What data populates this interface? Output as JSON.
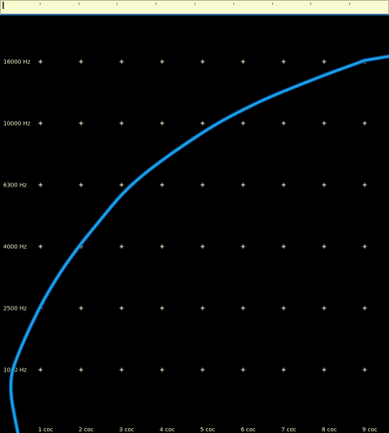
{
  "ruler": {
    "ticks": 10
  },
  "colors": {
    "background": "#000000",
    "ruler": "#fafad0",
    "ruler_border": "#2a6fa8",
    "curve": "#18a8f0",
    "labels": "#f2f2c8"
  },
  "chart_data": {
    "type": "line",
    "y_tick_labels": [
      "16000 Hz",
      "10000 Hz",
      "6300 Hz",
      "4000 Hz",
      "2500 Hz",
      "1000 Hz"
    ],
    "x_tick_labels": [
      "1  coc",
      "2  coc",
      "3  coc",
      "4  coc",
      "5  coc",
      "6  coc",
      "7  coc",
      "8  coc",
      "9  coc"
    ],
    "grid": "crosses",
    "series": [
      {
        "x": [
          0.0,
          0.2,
          0.5,
          1.0,
          1.5,
          2.0,
          2.5,
          3.0,
          3.5,
          4.0,
          4.5,
          5.0,
          5.5,
          6.0,
          6.5,
          7.0,
          7.5,
          8.0,
          8.5,
          9.0
        ],
        "y": [
          0.0,
          0.8,
          1.35,
          2.05,
          2.6,
          3.05,
          3.45,
          3.85,
          4.15,
          4.4,
          4.63,
          4.85,
          5.05,
          5.22,
          5.38,
          5.52,
          5.65,
          5.78,
          5.9,
          6.02
        ]
      }
    ]
  }
}
